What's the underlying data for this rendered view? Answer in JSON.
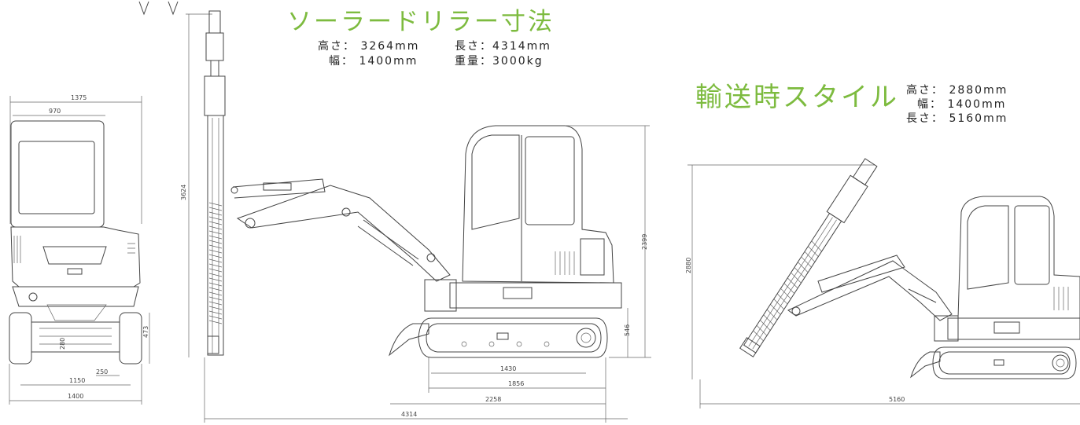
{
  "titles": {
    "main": "ソーラードリラー寸法",
    "transport": "輸送時スタイル"
  },
  "specs_main": {
    "height": "高さ：  3264mm",
    "length": "長さ：4314mm",
    "width": "幅：  1400mm",
    "weight": "重量：3000kg"
  },
  "specs_transport": {
    "height": "高さ：  2880mm",
    "width": "幅：  1400mm",
    "length": "長さ：  5160mm"
  },
  "dims_front": {
    "overall_top": "1375",
    "cab_width": "970",
    "track_height": "473",
    "under": "280",
    "track_w": "250",
    "gauge": "1150",
    "overall": "1400"
  },
  "dims_side": {
    "mast_height": "3624",
    "cab_height": "2399",
    "track_h": "546",
    "tumbler": "1430",
    "track_len": "1856",
    "blade_len": "2258",
    "overall_len": "4314"
  },
  "dims_transport": {
    "height": "2880",
    "length": "5160"
  },
  "colors": {
    "accent": "#7dbb3f",
    "line": "#444444"
  }
}
